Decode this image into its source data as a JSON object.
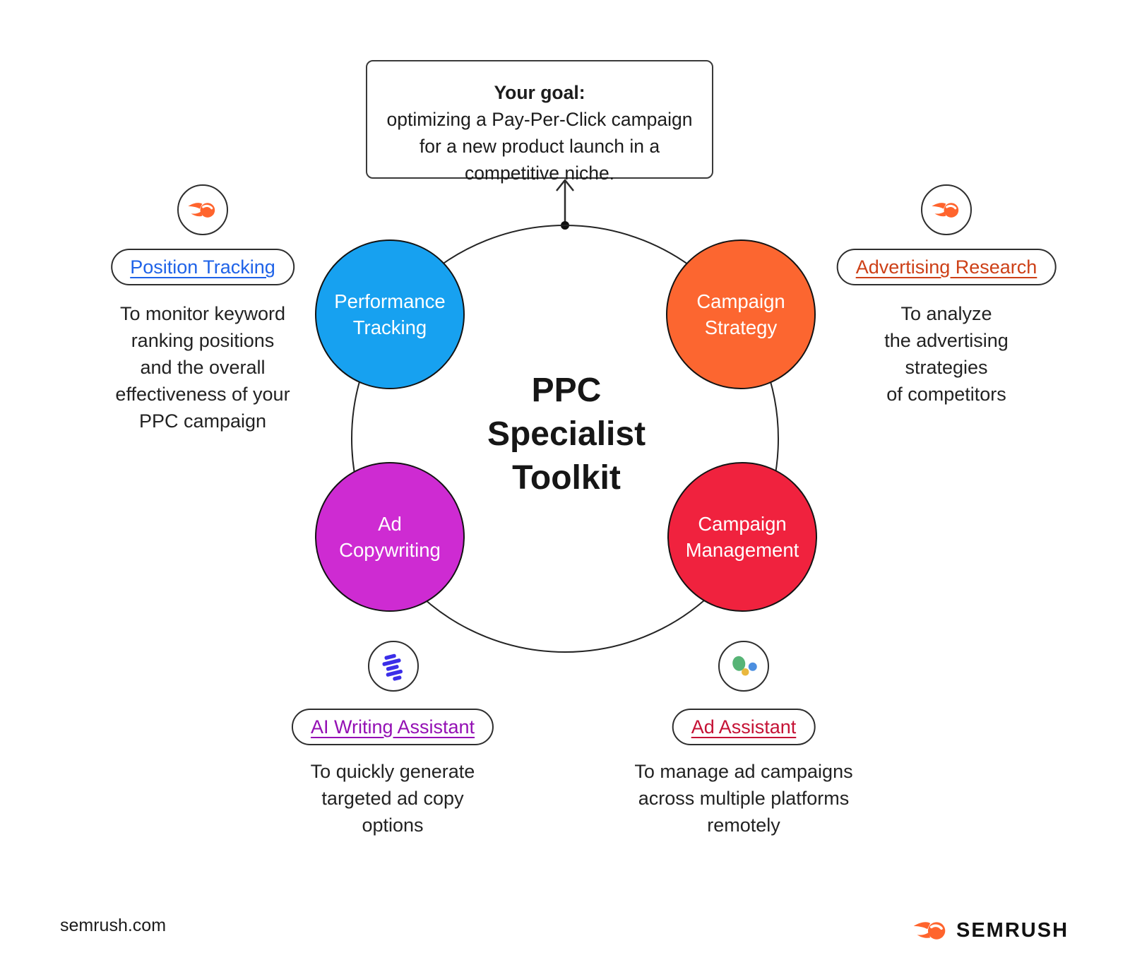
{
  "goal": {
    "label": "Your goal:",
    "text": "optimizing a Pay-Per-Click campaign for a new product launch in a competitive niche."
  },
  "center": {
    "title": "PPC\nSpecialist\nToolkit"
  },
  "circles": [
    {
      "label": "Performance\nTracking",
      "color": "#17a1f0"
    },
    {
      "label": "Campaign\nStrategy",
      "color": "#fc6630"
    },
    {
      "label": "Ad\nCopywriting",
      "color": "#ce2bd2"
    },
    {
      "label": "Campaign\nManagement",
      "color": "#f0223e"
    }
  ],
  "tools": [
    {
      "name": "Position Tracking",
      "link_color": "#1f63e8",
      "icon": "semrush-icon",
      "description": "To monitor keyword\nranking positions\nand the overall\neffectiveness of your\nPPC campaign"
    },
    {
      "name": "Advertising Research",
      "link_color": "#cd4017",
      "icon": "semrush-icon",
      "description": "To analyze\nthe advertising\nstrategies\nof competitors"
    },
    {
      "name": "AI Writing Assistant",
      "link_color": "#9410b4",
      "icon": "ai-writing-assistant-icon",
      "description": "To quickly generate\ntargeted ad copy\noptions"
    },
    {
      "name": "Ad Assistant",
      "link_color": "#c51235",
      "icon": "ad-assistant-icon",
      "description": "To manage ad campaigns\nacross multiple platforms\nremotely"
    }
  ],
  "icon_colors": {
    "semrush_orange": "#FF642D",
    "ai_blue": "#3b2ee8",
    "assistant_green": "#57b476",
    "assistant_yellow": "#eab83e",
    "assistant_blue": "#4c8fe0"
  },
  "footer": {
    "site": "semrush.com",
    "brand": "SEMRUSH"
  }
}
